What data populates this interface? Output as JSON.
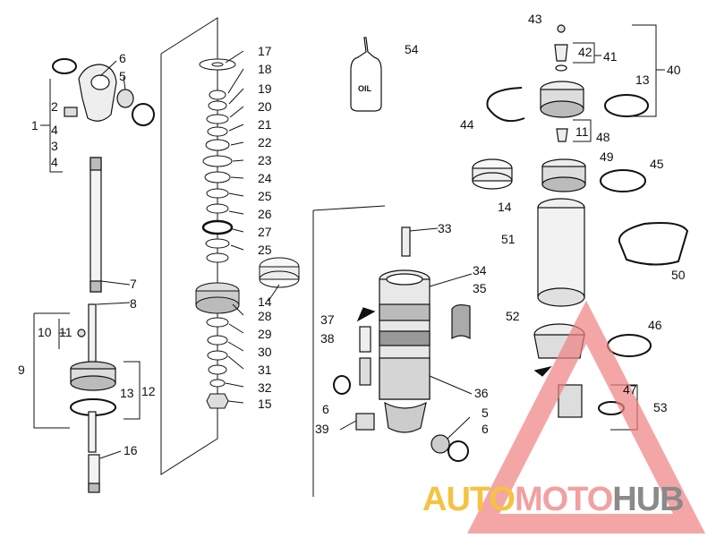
{
  "labels": [
    {
      "id": "l43",
      "text": "43"
    },
    {
      "id": "l42",
      "text": "42"
    },
    {
      "id": "l41",
      "text": "41"
    },
    {
      "id": "l40",
      "text": "40"
    },
    {
      "id": "l13a",
      "text": "13"
    },
    {
      "id": "l44",
      "text": "44"
    },
    {
      "id": "l11a",
      "text": "11"
    },
    {
      "id": "l48",
      "text": "48"
    },
    {
      "id": "l49",
      "text": "49"
    },
    {
      "id": "l45",
      "text": "45"
    },
    {
      "id": "l14a",
      "text": "14"
    },
    {
      "id": "l51",
      "text": "51"
    },
    {
      "id": "l50",
      "text": "50"
    },
    {
      "id": "l52",
      "text": "52"
    },
    {
      "id": "l46",
      "text": "46"
    },
    {
      "id": "l47",
      "text": "47"
    },
    {
      "id": "l53",
      "text": "53"
    },
    {
      "id": "l54",
      "text": "54"
    },
    {
      "id": "l17",
      "text": "17"
    },
    {
      "id": "l18",
      "text": "18"
    },
    {
      "id": "l19",
      "text": "19"
    },
    {
      "id": "l20",
      "text": "20"
    },
    {
      "id": "l21",
      "text": "21"
    },
    {
      "id": "l22",
      "text": "22"
    },
    {
      "id": "l23",
      "text": "23"
    },
    {
      "id": "l24",
      "text": "24"
    },
    {
      "id": "l25a",
      "text": "25"
    },
    {
      "id": "l26",
      "text": "26"
    },
    {
      "id": "l27",
      "text": "27"
    },
    {
      "id": "l25b",
      "text": "25"
    },
    {
      "id": "l14b",
      "text": "14"
    },
    {
      "id": "l28",
      "text": "28"
    },
    {
      "id": "l29",
      "text": "29"
    },
    {
      "id": "l30",
      "text": "30"
    },
    {
      "id": "l31",
      "text": "31"
    },
    {
      "id": "l32",
      "text": "32"
    },
    {
      "id": "l15",
      "text": "15"
    },
    {
      "id": "l6a",
      "text": "6"
    },
    {
      "id": "l5a",
      "text": "5"
    },
    {
      "id": "l1",
      "text": "1"
    },
    {
      "id": "l2",
      "text": "2"
    },
    {
      "id": "l4a",
      "text": "4"
    },
    {
      "id": "l3",
      "text": "3"
    },
    {
      "id": "l4b",
      "text": "4"
    },
    {
      "id": "l7",
      "text": "7"
    },
    {
      "id": "l8",
      "text": "8"
    },
    {
      "id": "l10",
      "text": "10"
    },
    {
      "id": "l11b",
      "text": "11"
    },
    {
      "id": "l9",
      "text": "9"
    },
    {
      "id": "l13b",
      "text": "13"
    },
    {
      "id": "l12",
      "text": "12"
    },
    {
      "id": "l16",
      "text": "16"
    },
    {
      "id": "l33",
      "text": "33"
    },
    {
      "id": "l34",
      "text": "34"
    },
    {
      "id": "l35",
      "text": "35"
    },
    {
      "id": "l37",
      "text": "37"
    },
    {
      "id": "l38",
      "text": "38"
    },
    {
      "id": "l36",
      "text": "36"
    },
    {
      "id": "l6b",
      "text": "6"
    },
    {
      "id": "l5b",
      "text": "5"
    },
    {
      "id": "l39",
      "text": "39"
    },
    {
      "id": "l6c",
      "text": "6"
    }
  ],
  "oil_bottle_text": "OIL",
  "watermark": {
    "part1": "AUTO",
    "part2": "MOTO",
    "part3": "HUB",
    "color1": "#f5c242",
    "color2": "#f2a0a0",
    "color3": "#8a8a8a",
    "triangle_color": "#f08080"
  }
}
